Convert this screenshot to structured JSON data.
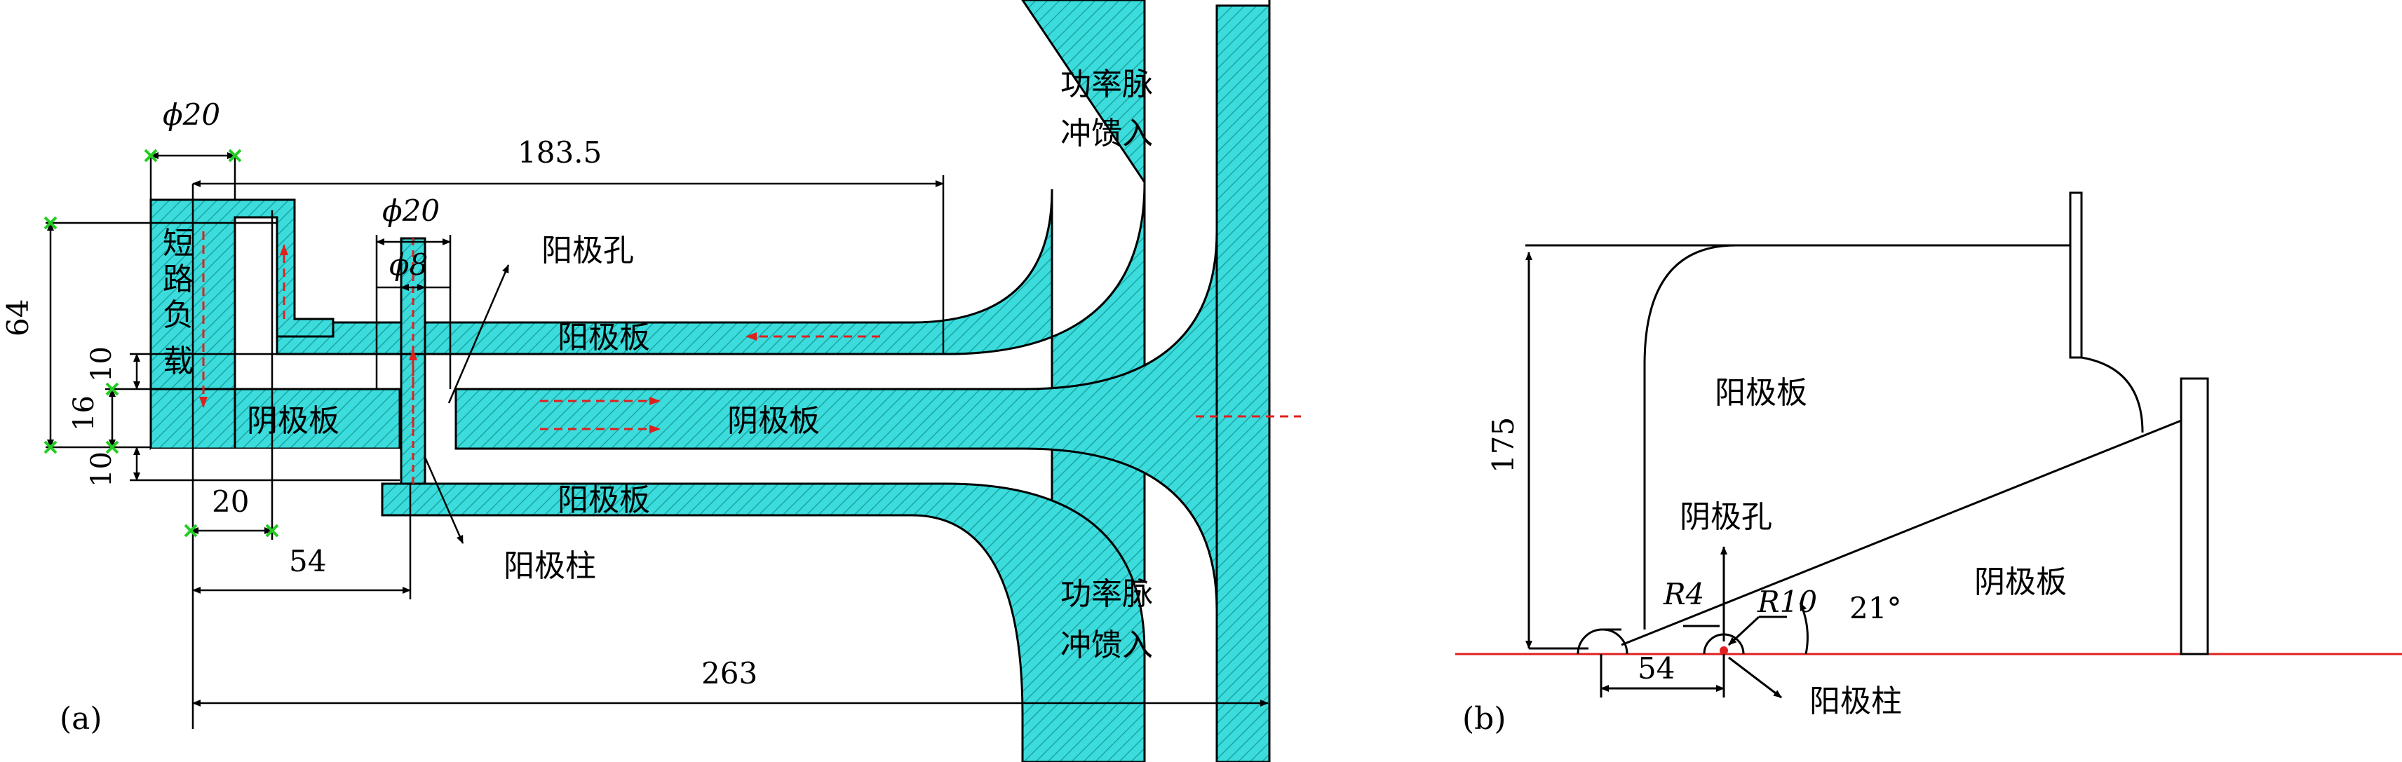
{
  "colors": {
    "fill": "#3cdcdc",
    "hatch": "#1aa6a6",
    "outline": "#000000",
    "flow_arrow": "#e0201c",
    "axis_line": "#e02020",
    "feed_point": "#22cc22"
  },
  "panel_a": {
    "label": "(a)",
    "dims": {
      "phi20_top": "ϕ20",
      "len_183_5": "183.5",
      "phi20_mid": "ϕ20",
      "phi8": "ϕ8",
      "h64": "64",
      "h10_top": "10",
      "h16": "16",
      "h10_bot": "10",
      "w20": "20",
      "w54": "54",
      "w263": "263"
    },
    "labels": {
      "short_load": [
        "短",
        "路",
        "负",
        "载"
      ],
      "anode_hole": "阳极孔",
      "anode_plate_top": "阳极板",
      "cathode_plate_left": "阴极板",
      "cathode_plate_right": "阴极板",
      "anode_plate_bottom": "阳极板",
      "anode_post": "阳极柱",
      "pulse_feed_top": [
        "功率脉",
        "冲馈入"
      ],
      "pulse_feed_bottom": [
        "功率脉",
        "冲馈入"
      ]
    }
  },
  "panel_b": {
    "label": "(b)",
    "dims": {
      "h175": "175",
      "r4": "R4",
      "r10": "R10",
      "angle": "21°",
      "w54": "54"
    },
    "labels": {
      "anode_plate": "阳极板",
      "cathode_hole": "阴极孔",
      "cathode_plate": "阴极板",
      "anode_post": "阳极柱"
    }
  }
}
